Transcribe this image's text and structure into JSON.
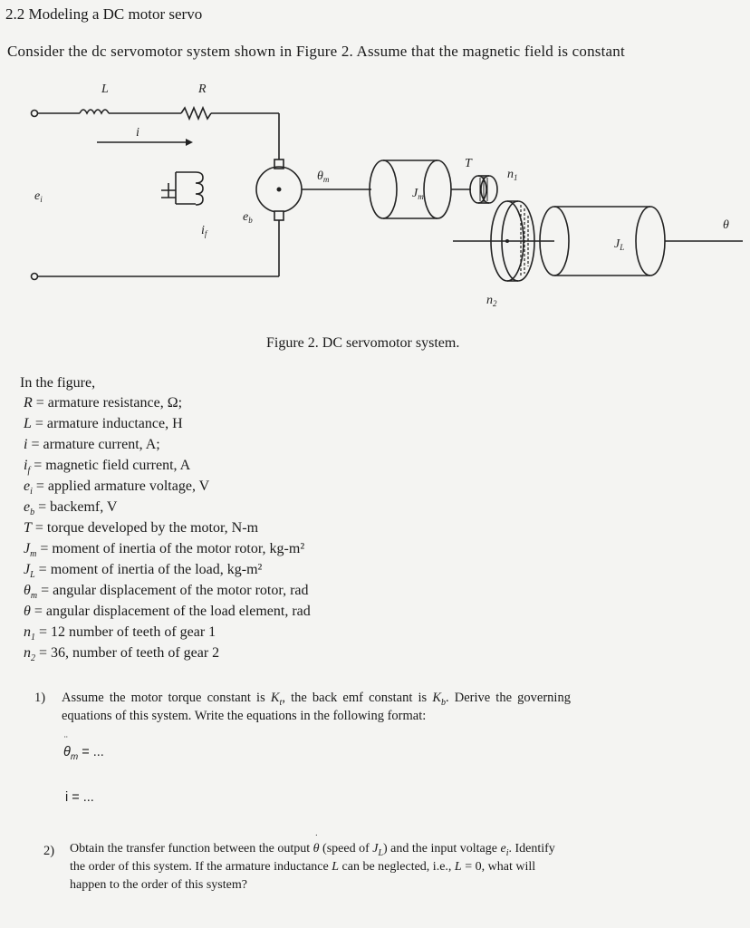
{
  "section_title": "2.2 Modeling a DC motor servo",
  "intro": "Consider the dc servomotor system shown in Figure 2. Assume that the magnetic field is constant",
  "figure": {
    "labels": {
      "L": "L",
      "R": "R",
      "i": "i",
      "ei": "e",
      "ei_sub": "i",
      "if": "i",
      "if_sub": "f",
      "eb": "e",
      "eb_sub": "b",
      "theta_m": "θ",
      "theta_m_sub": "m",
      "Jm": "J",
      "Jm_sub": "m",
      "T": "T",
      "n1": "n",
      "n1_sub": "1",
      "n2": "n",
      "n2_sub": "2",
      "JL": "J",
      "JL_sub": "L",
      "theta": "θ"
    },
    "caption": "Figure 2. DC servomotor system."
  },
  "defs_header": "In the figure,",
  "definitions": [
    {
      "sym": "R",
      "sub": "",
      "text": " = armature resistance, Ω;"
    },
    {
      "sym": "L",
      "sub": "",
      "text": " = armature inductance, H"
    },
    {
      "sym": "i",
      "sub": "",
      "text": " = armature current, A;"
    },
    {
      "sym": "i",
      "sub": "f",
      "text": " = magnetic field current, A"
    },
    {
      "sym": "e",
      "sub": "i",
      "text": " = applied armature voltage, V"
    },
    {
      "sym": "e",
      "sub": "b",
      "text": " = backemf, V"
    },
    {
      "sym": "T",
      "sub": "",
      "text": " = torque developed by the motor, N-m"
    },
    {
      "sym": "J",
      "sub": "m",
      "text": " = moment of inertia of the motor rotor, kg-m²"
    },
    {
      "sym": "J",
      "sub": "L",
      "text": " = moment of inertia of the load, kg-m²"
    },
    {
      "sym": "θ",
      "sub": "m",
      "text": " = angular displacement of the motor rotor, rad"
    },
    {
      "sym": "θ",
      "sub": "",
      "text": " = angular displacement of the load element, rad"
    },
    {
      "sym": "n",
      "sub": "1",
      "text": " = 12 number of teeth of gear 1"
    },
    {
      "sym": "n",
      "sub": "2",
      "text": " = 36, number of teeth of gear 2"
    }
  ],
  "questions": {
    "q1_num": "1)",
    "q1_line1_a": "Assume the motor torque constant is ",
    "q1_Kt": "K",
    "q1_Kt_sub": "t",
    "q1_line1_b": ", the back emf constant is ",
    "q1_Kb": "K",
    "q1_Kb_sub": "b",
    "q1_line1_c": ". Derive the governing",
    "q1_line2": "equations of this system. Write the equations in the following format:",
    "eq1_lhs": "θ",
    "eq1_sub": "m",
    "eq1_rhs": " = ...",
    "eq2": "i = ...",
    "q2_num": "2)",
    "q2_line1_a": "Obtain the transfer function between the output ",
    "q2_theta": "θ",
    "q2_line1_b": " (speed of ",
    "q2_JL": "J",
    "q2_JL_sub": "L",
    "q2_line1_c": ") and the input voltage ",
    "q2_ei": "e",
    "q2_ei_sub": "i",
    "q2_line1_d": ". Identify",
    "q2_line2_a": "the order of this system. If the armature inductance ",
    "q2_L": "L",
    "q2_line2_b": " can be neglected, i.e., ",
    "q2_L2": "L",
    "q2_line2_c": " = 0, what will",
    "q2_line3": "happen to the order of this system?"
  }
}
